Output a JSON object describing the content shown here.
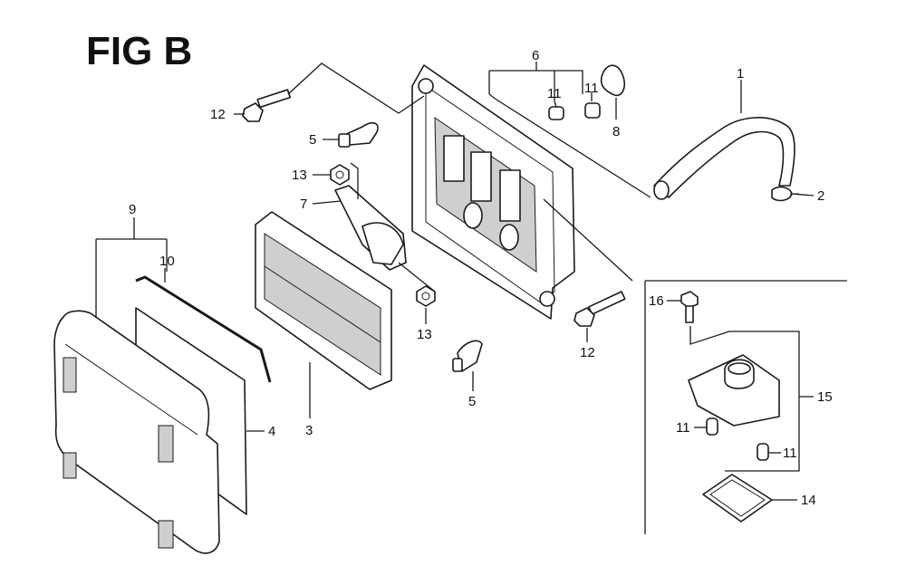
{
  "figure": {
    "title": "FIG B"
  },
  "callouts": {
    "n1": "1",
    "n2": "2",
    "n3": "3",
    "n4": "4",
    "n5a": "5",
    "n5b": "5",
    "n6": "6",
    "n7": "7",
    "n8": "8",
    "n9": "9",
    "n10": "10",
    "n11a": "11",
    "n11b": "11",
    "n11c": "11",
    "n11d": "11",
    "n12a": "12",
    "n12b": "12",
    "n13a": "13",
    "n13b": "13",
    "n14": "14",
    "n15": "15",
    "n16": "16"
  },
  "parts": {
    "hose": "1",
    "clip": "2",
    "element": "3",
    "sponge": "4",
    "holder": "5",
    "case": "6",
    "bracket": "7",
    "ring": "8",
    "cover": "9",
    "gasket": "10",
    "collar": "11",
    "bolt": "12",
    "nut": "13",
    "seal": "14",
    "base": "15",
    "flange-bolt": "16"
  }
}
